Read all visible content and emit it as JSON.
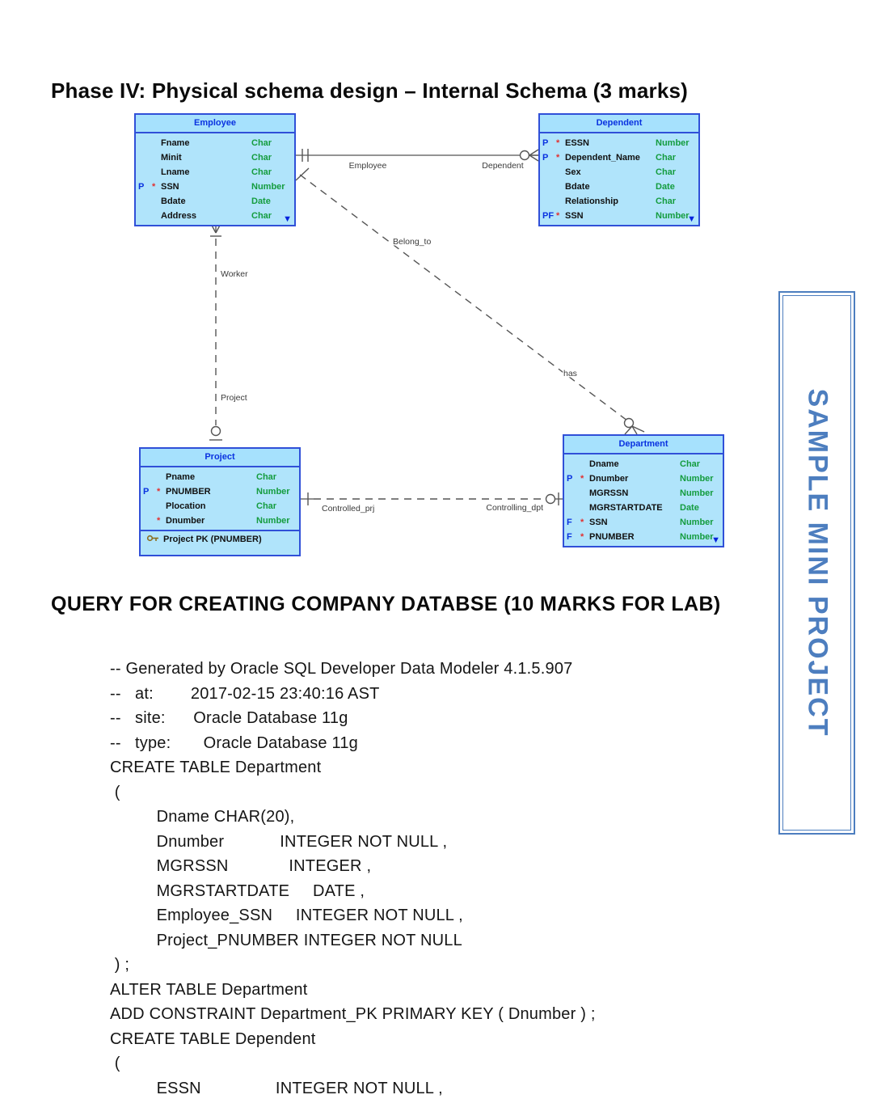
{
  "page": {
    "heading1": "Phase IV: Physical schema design – Internal Schema (3 marks)",
    "heading2": "QUERY FOR CREATING COMPANY DATABSE (10 MARKS FOR LAB)"
  },
  "icons": {
    "expand_triangle": "▼"
  },
  "colors": {
    "entity_fill": "#b0e4fb",
    "entity_border": "#3050d8",
    "entity_title_text": "#0a32e0",
    "attr_type_green": "#149c3e",
    "key_marker_blue": "#0a32e0",
    "required_marker_red": "#e23030",
    "watermark_blue": "#4d7ebf"
  },
  "diagram": {
    "entities": [
      {
        "name": "Employee",
        "rows": [
          {
            "k": "",
            "s": "",
            "f": "Fname",
            "t": "Char"
          },
          {
            "k": "",
            "s": "",
            "f": "Minit",
            "t": "Char"
          },
          {
            "k": "",
            "s": "",
            "f": "Lname",
            "t": "Char"
          },
          {
            "k": "P",
            "s": "*",
            "f": "SSN",
            "t": "Number"
          },
          {
            "k": "",
            "s": "",
            "f": "Bdate",
            "t": "Date"
          },
          {
            "k": "",
            "s": "",
            "f": "Address",
            "t": "Char"
          }
        ]
      },
      {
        "name": "Dependent",
        "rows": [
          {
            "k": "P",
            "s": "*",
            "f": "ESSN",
            "t": "Number"
          },
          {
            "k": "P",
            "s": "*",
            "f": "Dependent_Name",
            "t": "Char"
          },
          {
            "k": "",
            "s": "",
            "f": "Sex",
            "t": "Char"
          },
          {
            "k": "",
            "s": "",
            "f": "Bdate",
            "t": "Date"
          },
          {
            "k": "",
            "s": "",
            "f": "Relationship",
            "t": "Char"
          },
          {
            "k": "PF",
            "s": "*",
            "f": "SSN",
            "t": "Number"
          }
        ]
      },
      {
        "name": "Project",
        "rows": [
          {
            "k": "",
            "s": "",
            "f": "Pname",
            "t": "Char"
          },
          {
            "k": "P",
            "s": "*",
            "f": "PNUMBER",
            "t": "Number"
          },
          {
            "k": "",
            "s": "",
            "f": "Plocation",
            "t": "Char"
          },
          {
            "k": "",
            "s": "*",
            "f": "Dnumber",
            "t": "Number"
          }
        ],
        "pk_note": "Project PK (PNUMBER)"
      },
      {
        "name": "Department",
        "rows": [
          {
            "k": "",
            "s": "",
            "f": "Dname",
            "t": "Char"
          },
          {
            "k": "P",
            "s": "*",
            "f": "Dnumber",
            "t": "Number"
          },
          {
            "k": "",
            "s": "",
            "f": "MGRSSN",
            "t": "Number"
          },
          {
            "k": "",
            "s": "",
            "f": "MGRSTARTDATE",
            "t": "Date"
          },
          {
            "k": "F",
            "s": "*",
            "f": "SSN",
            "t": "Number"
          },
          {
            "k": "F",
            "s": "*",
            "f": "PNUMBER",
            "t": "Number"
          }
        ]
      }
    ],
    "relationship_labels": {
      "emp_dep_left": "Employee",
      "emp_dep_right": "Dependent",
      "worker": "Worker",
      "project": "Project",
      "belong_to": "Belong_to",
      "has": "has",
      "controlled_prj": "Controlled_prj",
      "controlling_dpt": "Controlling_dpt"
    }
  },
  "watermark": {
    "text": "SAMPLE MINI PROJECT"
  },
  "sql": {
    "lines": [
      "-- Generated by Oracle SQL Developer Data Modeler 4.1.5.907",
      "--   at:        2017-02-15 23:40:16 AST",
      "--   site:      Oracle Database 11g",
      "--   type:       Oracle Database 11g",
      "CREATE TABLE Department",
      " (",
      "          Dname CHAR(20),",
      "          Dnumber            INTEGER NOT NULL ,",
      "          MGRSSN             INTEGER ,",
      "          MGRSTARTDATE     DATE ,",
      "          Employee_SSN     INTEGER NOT NULL ,",
      "          Project_PNUMBER INTEGER NOT NULL",
      " ) ;",
      "ALTER TABLE Department",
      "ADD CONSTRAINT Department_PK PRIMARY KEY ( Dnumber ) ;",
      "CREATE TABLE Dependent",
      " (",
      "          ESSN                INTEGER NOT NULL ,"
    ]
  }
}
